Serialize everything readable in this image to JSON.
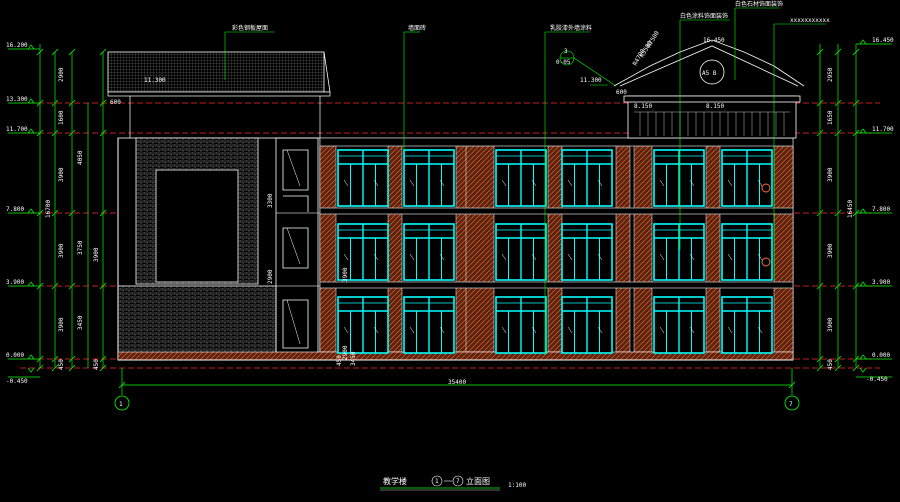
{
  "drawing": {
    "title": "教学楼",
    "axis_range_from": "1",
    "axis_range_to": "7",
    "title_suffix": "立面图",
    "scale": "1:100"
  },
  "levels_left": [
    "16.200",
    "13.300",
    "11.700",
    "7.800",
    "3.900",
    "0.000",
    "-0.450"
  ],
  "levels_right": [
    "16.450",
    "11.700",
    "7.800",
    "3.900",
    "0.000",
    "-0.450"
  ],
  "dims_left_outer": [
    "2900",
    "1600",
    "3900",
    "3900",
    "3900",
    "450"
  ],
  "dims_left_total": "16700",
  "dims_left_inner": [
    "4050",
    "3750",
    "3900",
    "3450",
    "450"
  ],
  "dims_right_outer": [
    "2950",
    "1650",
    "3900",
    "3900",
    "3900",
    "450"
  ],
  "dims_right_total": "16450",
  "overall_width": "35400",
  "axis_labels": [
    "1",
    "7"
  ],
  "marks": {
    "left_roof_level": "11.300",
    "top_level": "16.450",
    "mid_level": "11.300",
    "small_level": "8.150",
    "small_level_2": "8.150",
    "dim_600": "600",
    "stair_dims": [
      "3300",
      "2900",
      "3900",
      "2900"
    ],
    "bottom_dims": [
      "450",
      "3450"
    ],
    "arc_labels": [
      "R7500",
      "R5500",
      "R4700"
    ],
    "detail_top": "3",
    "detail_bottom": "0-05",
    "pediment_text": "A5 B"
  },
  "annotations": [
    "彩色钢板屋面",
    "墙面砖",
    "乳胶漆外墙涂料",
    "白色涂料饰面装饰",
    "白色石材饰面装饰",
    "xxxxxxxxxxx"
  ],
  "colors": {
    "background": "#000000",
    "lines": "#ffffff",
    "dimension": "#00ff00",
    "axis_dashed": "#ff2a2a",
    "window": "#00ffff",
    "brick_fill": "#6b2a12",
    "hatch": "#ff6a3a",
    "wall": "#c0c0c0"
  }
}
